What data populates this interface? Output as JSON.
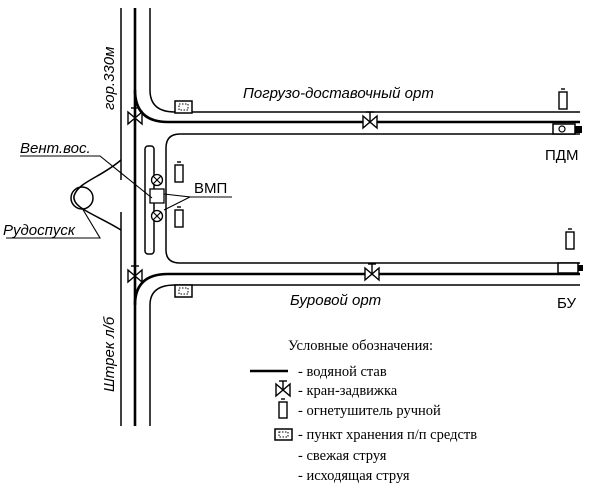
{
  "labels": {
    "gorizont": "гор.330м",
    "shtrek": "Штрек л/б",
    "ort_top": "Погрузо-доставочный орт",
    "ort_bottom": "Буровой орт",
    "vent": "Вент.вос.",
    "vmp": "ВМП",
    "rudospusk": "Рудоспуск",
    "pdm": "ПДМ",
    "bu": "БУ"
  },
  "legend": {
    "title": "Условные обозначения:",
    "items": [
      {
        "symbol": "water-pipe",
        "text": "- водяной став"
      },
      {
        "symbol": "gate-valve",
        "text": "- кран-задвижка"
      },
      {
        "symbol": "fire-extinguisher",
        "text": "- огнетушитель ручной"
      },
      {
        "symbol": "storage-point",
        "text": "- пункт хранения п/п средств"
      },
      {
        "symbol": "",
        "text": "- свежая струя"
      },
      {
        "symbol": "",
        "text": "- исходящая струя"
      }
    ]
  },
  "colors": {
    "ink": "#000000",
    "background": "#ffffff"
  }
}
